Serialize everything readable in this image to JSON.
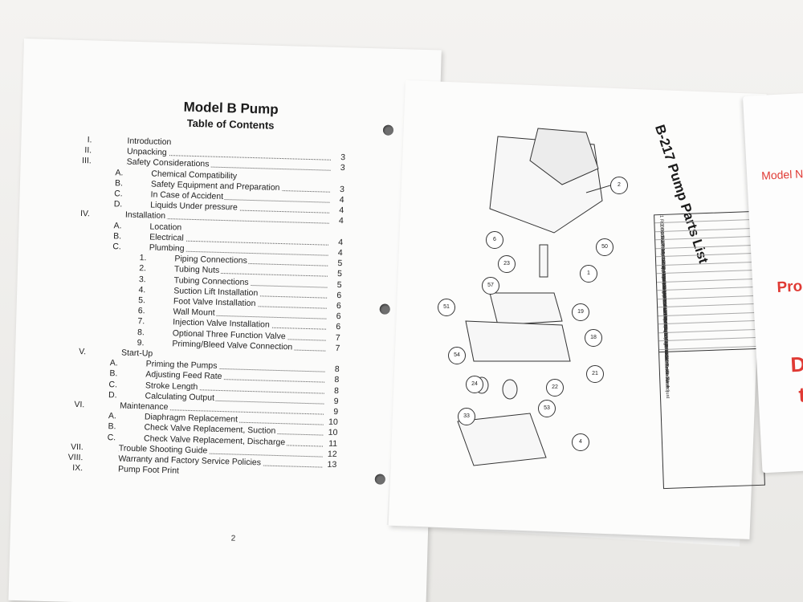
{
  "left_page": {
    "title": "Model B Pump",
    "subtitle": "Table of Contents",
    "page_number": "2",
    "toc": [
      {
        "num": "I.",
        "text": "Introduction",
        "page": "",
        "indent": 0
      },
      {
        "num": "II.",
        "text": "Unpacking",
        "page": "3",
        "indent": 0
      },
      {
        "num": "III.",
        "text": "Safety Considerations",
        "page": "3",
        "indent": 0
      },
      {
        "num": "A.",
        "text": "Chemical Compatibility",
        "page": "",
        "indent": 1
      },
      {
        "num": "B.",
        "text": "Safety Equipment and Preparation",
        "page": "3",
        "indent": 1
      },
      {
        "num": "C.",
        "text": "In Case of Accident",
        "page": "4",
        "indent": 1
      },
      {
        "num": "D.",
        "text": "Liquids Under pressure",
        "page": "4",
        "indent": 1
      },
      {
        "num": "IV.",
        "text": "Installation",
        "page": "4",
        "indent": 0
      },
      {
        "num": "A.",
        "text": "Location",
        "page": "",
        "indent": 1
      },
      {
        "num": "B.",
        "text": "Electrical",
        "page": "4",
        "indent": 1
      },
      {
        "num": "C.",
        "text": "Plumbing",
        "page": "4",
        "indent": 1
      },
      {
        "num": "1.",
        "text": "Piping Connections",
        "page": "5",
        "indent": 2
      },
      {
        "num": "2.",
        "text": "Tubing Nuts",
        "page": "5",
        "indent": 2
      },
      {
        "num": "3.",
        "text": "Tubing Connections",
        "page": "5",
        "indent": 2
      },
      {
        "num": "4.",
        "text": "Suction Lift Installation",
        "page": "6",
        "indent": 2
      },
      {
        "num": "5.",
        "text": "Foot Valve Installation",
        "page": "6",
        "indent": 2
      },
      {
        "num": "6.",
        "text": "Wall Mount",
        "page": "6",
        "indent": 2
      },
      {
        "num": "7.",
        "text": "Injection Valve Installation",
        "page": "6",
        "indent": 2
      },
      {
        "num": "8.",
        "text": "Optional Three Function Valve",
        "page": "7",
        "indent": 2
      },
      {
        "num": "9.",
        "text": "Priming/Bleed Valve Connection",
        "page": "7",
        "indent": 2
      },
      {
        "num": "V.",
        "text": "Start-Up",
        "page": "",
        "indent": 0
      },
      {
        "num": "A.",
        "text": "Priming the Pumps",
        "page": "8",
        "indent": 1
      },
      {
        "num": "B.",
        "text": "Adjusting Feed Rate",
        "page": "8",
        "indent": 1
      },
      {
        "num": "C.",
        "text": "Stroke Length",
        "page": "8",
        "indent": 1
      },
      {
        "num": "D.",
        "text": "Calculating Output",
        "page": "9",
        "indent": 1
      },
      {
        "num": "VI.",
        "text": "Maintenance",
        "page": "9",
        "indent": 0
      },
      {
        "num": "A.",
        "text": "Diaphragm Replacement",
        "page": "10",
        "indent": 1
      },
      {
        "num": "B.",
        "text": "Check Valve Replacement, Suction",
        "page": "10",
        "indent": 1
      },
      {
        "num": "C.",
        "text": "Check Valve Replacement, Discharge",
        "page": "11",
        "indent": 1
      },
      {
        "num": "VII.",
        "text": "Trouble Shooting Guide",
        "page": "12",
        "indent": 0
      },
      {
        "num": "VIII.",
        "text": "Warranty and Factory Service Policies",
        "page": "13",
        "indent": 0
      },
      {
        "num": "IX.",
        "text": "Pump Foot Print",
        "page": "",
        "indent": 0
      }
    ]
  },
  "right_page": {
    "title": "B-217 Pump Parts List",
    "callouts": [
      "2",
      "6",
      "50",
      "1",
      "23",
      "57",
      "51",
      "19",
      "18",
      "54",
      "21",
      "24",
      "22",
      "53",
      "33",
      "4"
    ],
    "parts_rows": [
      {
        "num": "1",
        "code": "R0006",
        "desc": "Shaft Stroke Adjust Threaded"
      },
      {
        "num": "2",
        "code": "R0002",
        "desc": "Pump Dome Liquid End"
      },
      {
        "num": "4",
        "code": "R0003",
        "desc": "Foot Dome Outer Lead Sold"
      },
      {
        "num": "6",
        "code": "R0041",
        "desc": "Pump Base Body Molded ABS"
      },
      {
        "num": "18",
        "code": "R0042",
        "desc": "Motor Plate AC Series"
      },
      {
        "num": "19",
        "code": "R0043",
        "desc": "Spring Return Plate"
      },
      {
        "num": "21",
        "code": "R0059",
        "desc": "Motor Shaft EDA Block"
      },
      {
        "num": "22",
        "code": "R0068",
        "desc": "Stroke Cam Spacer"
      },
      {
        "num": "23",
        "code": "R0061",
        "desc": "Shaft Stroke Adjust"
      },
      {
        "num": "24",
        "code": "R0047",
        "desc": "Liquid tight Connector"
      },
      {
        "num": "33",
        "code": "R0063",
        "desc": "Cover Large Knob"
      },
      {
        "num": "50",
        "code": "R0047",
        "desc": "Screw Panel & Solenoid"
      },
      {
        "num": "51",
        "code": "R0037",
        "desc": "Screw Panel"
      },
      {
        "num": "52",
        "code": "R0027",
        "desc": "Screw Stroke Knob"
      },
      {
        "num": "53",
        "code": "R0049",
        "desc": "Screw Stroke Adjust"
      },
      {
        "num": "54",
        "code": "R0062",
        "desc": "Knob Timer"
      }
    ]
  },
  "envelope": {
    "line1": "Model N",
    "line2": "Prod",
    "line3": "Do",
    "line4": "th"
  }
}
